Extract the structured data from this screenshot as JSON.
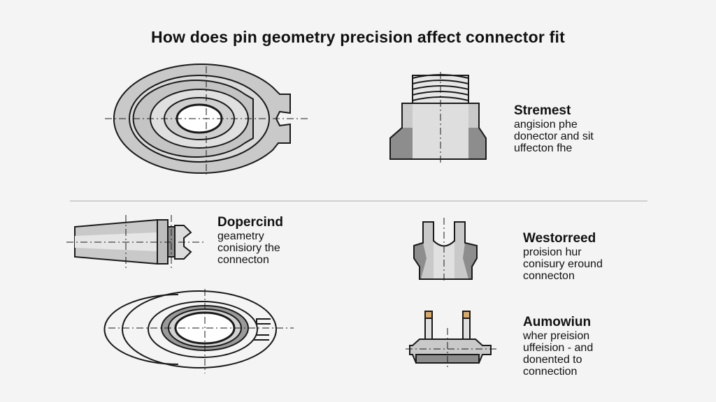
{
  "title": "How does pin geometry precision affect connector fit",
  "captions": [
    {
      "heading": "Stremest",
      "lines": [
        "angision phe",
        "donector and sit",
        "uffecton fhe"
      ]
    },
    {
      "heading": "Dopercind",
      "lines": [
        "geametry",
        "conisiory the",
        "connecton"
      ]
    },
    {
      "heading": "Westorreed",
      "lines": [
        "proision hur",
        "conisury eround",
        "connecton"
      ]
    },
    {
      "heading": "Aumowiun",
      "lines": [
        "wher preision",
        "uffeision - and",
        "donented to",
        "connection"
      ]
    }
  ],
  "colors": {
    "background": "#f4f4f4",
    "part_fill": "#c9c9c9",
    "part_dark": "#8d8d8d",
    "part_light": "#e6e6e6",
    "outline": "#1a1a1a"
  }
}
